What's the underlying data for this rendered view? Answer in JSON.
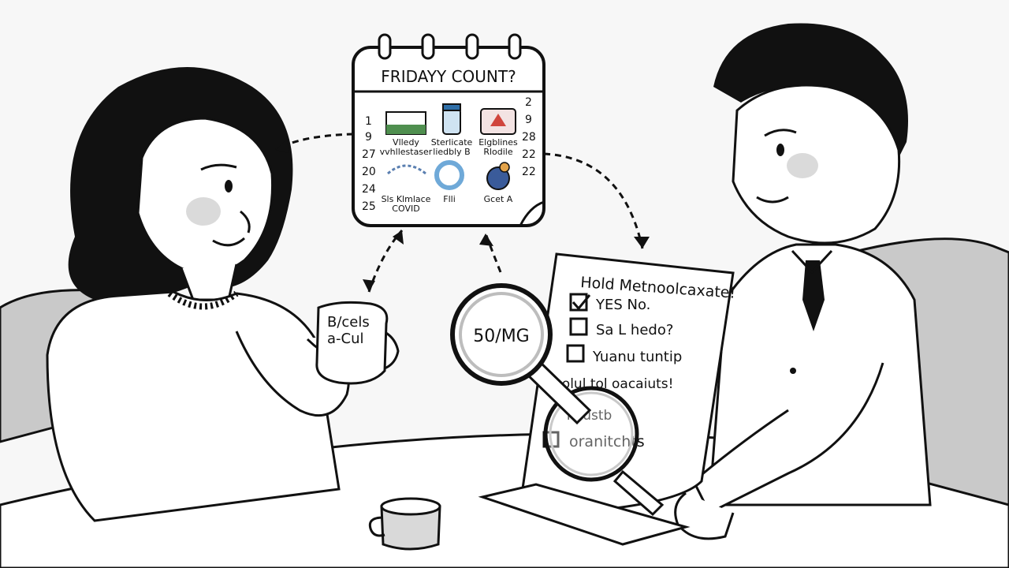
{
  "calendar": {
    "title": "FRIDAYY COUNT?",
    "left_numbers": [
      "1",
      "9",
      "27",
      "20",
      "24",
      "25"
    ],
    "right_numbers": [
      "2",
      "9",
      "28",
      "22",
      "22"
    ],
    "cells": [
      {
        "label_1": "Vlledy",
        "label_2": "vvhllestaser"
      },
      {
        "label_1": "Sterlicate",
        "label_2": "liedbly B"
      },
      {
        "label_1": "Elgblines",
        "label_2": "Rlodile"
      },
      {
        "label_1": "Sls Klmlace",
        "label_2": "COVID"
      },
      {
        "label_1": "Flli",
        "label_2": ""
      },
      {
        "label_1": "Gcet A",
        "label_2": ""
      }
    ]
  },
  "pill_packet": {
    "line_1": "B/cels",
    "line_2": "a-Cul"
  },
  "magnifier": {
    "text": "50/MG"
  },
  "checklist": {
    "title": "Hold Metnoolcaxate!",
    "items": [
      "YES No.",
      "Sa L hedo?",
      "Yuanu tuntip"
    ],
    "sub_text": "golul tol oacaiuts!",
    "lower_items": [
      "Yolustb",
      "oranitchts"
    ]
  },
  "colors": {
    "ink": "#111111",
    "paper": "#ffffff",
    "couch": "#c9c9c9",
    "background": "#f7f7f7",
    "blush": "#d3d3d3"
  }
}
